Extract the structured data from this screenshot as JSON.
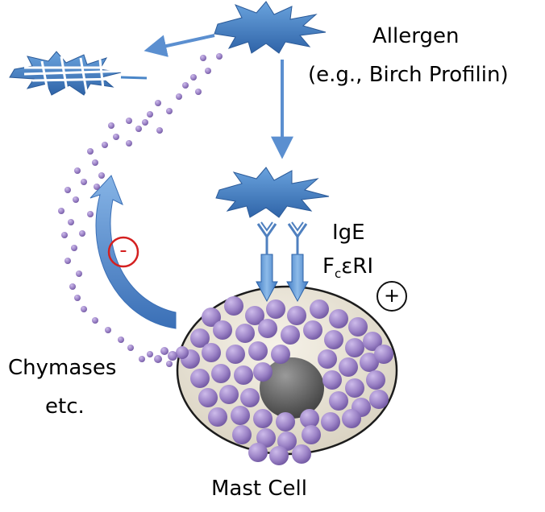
{
  "labels": {
    "allergen": "Allergen",
    "allergen_example": "(e.g., Birch Profilin)",
    "ige": "IgE",
    "receptor_prefix": "F",
    "receptor_sub": "c",
    "receptor_suffix": "εRI",
    "plus_sign": "+",
    "minus_sign": "-",
    "chymases": "Chymases",
    "etc": "etc.",
    "mast_cell": "Mast Cell"
  },
  "colors": {
    "allergen_blue": "#4a86c8",
    "arrow_blue": "#5b8fd0",
    "granule_purple": "#9c84c8",
    "cell_fill": "#ebe6da",
    "nucleus_gray": "#6c6c6c",
    "inhibition_red": "#d42020"
  },
  "icons": {
    "allergen": "allergen-star-icon",
    "degraded_allergen": "degraded-allergen-icon",
    "ige_antibody": "ige-antibody-icon",
    "receptor": "receptor-arrow-icon"
  }
}
